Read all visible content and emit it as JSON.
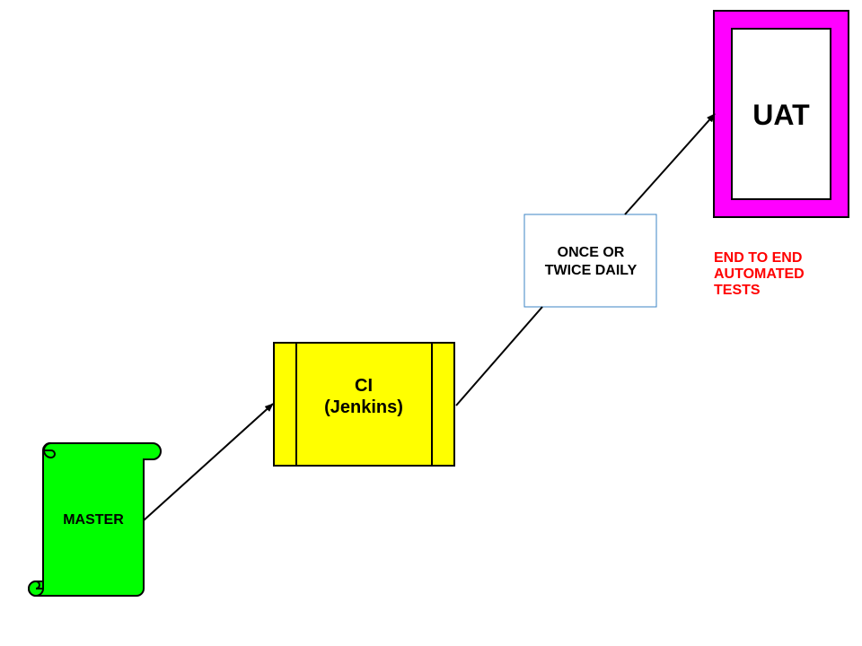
{
  "nodes": {
    "master": {
      "label": "MASTER",
      "color": "#00ff00"
    },
    "ci": {
      "label": "CI\n(Jenkins)",
      "color": "#ffff00"
    },
    "frequency": {
      "label": "ONCE OR\nTWICE DAILY",
      "border_color": "#3d85c6"
    },
    "uat": {
      "label": "UAT",
      "color": "#ff00ff"
    }
  },
  "annotation": {
    "text": "END TO END\nAUTOMATED\nTESTS",
    "color": "#ff0000"
  },
  "edges": [
    {
      "from": "master",
      "to": "ci"
    },
    {
      "from": "ci",
      "to": "uat",
      "via": "frequency"
    }
  ]
}
